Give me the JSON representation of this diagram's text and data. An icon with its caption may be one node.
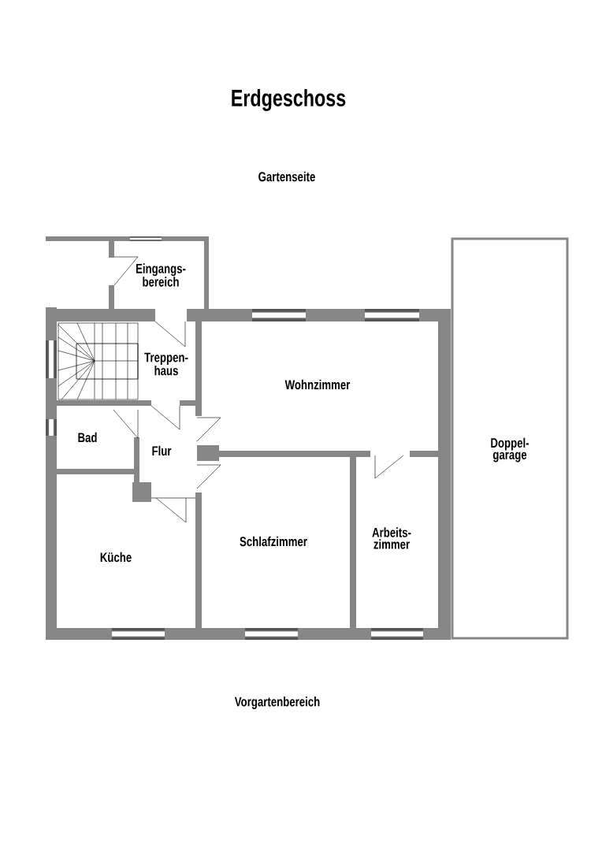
{
  "diagram": {
    "title": "Erdgeschoss",
    "nodes": [
      {
        "text": [
          "Eingangs- bereich"
        ]
      },
      {
        "text": [
          "Treppen- haus"
        ]
      },
      {
        "text": [
          "Wohnzimmer"
        ]
      },
      {
        "text": [
          "Bad"
        ]
      },
      {
        "text": [
          "Flur"
        ]
      },
      {
        "text": [
          "Doppel- garage"
        ]
      },
      {
        "text": [
          "Küche"
        ]
      },
      {
        "text": [
          "Schlafzimmer"
        ]
      },
      {
        "text": [
          "Arbeits- zimmer"
        ]
      }
    ],
    "labels": [
      "Gartenseite",
      "Vorgartenbereich"
    ]
  }
}
